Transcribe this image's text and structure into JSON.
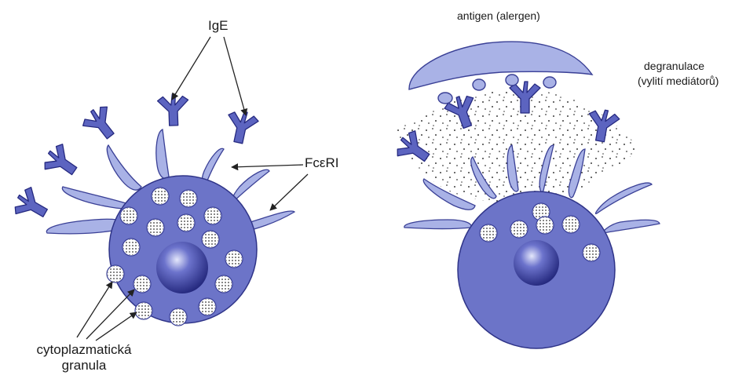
{
  "labels": {
    "ige": "IgE",
    "fceri": "FcεRI",
    "granula_line1": "cytoplazmatická",
    "granula_line2": "granula",
    "antigen": "antigen (alergen)",
    "degranulace_line1": "degranulace",
    "degranulace_line2": "(vylití mediátorů)"
  },
  "colors": {
    "cell": "#6c74c8",
    "receptor": "#a9b2e6",
    "ige": "#5c64c0",
    "outline": "#2f3488",
    "granule": "#ffffff"
  },
  "icons": {
    "ige_antibody": "y-shaped-antibody-icon",
    "receptor": "fceri-receptor-icon",
    "granule": "dotted-granule-icon",
    "nucleus": "nucleus-sphere-icon",
    "antigen": "crescent-antigen-icon"
  }
}
